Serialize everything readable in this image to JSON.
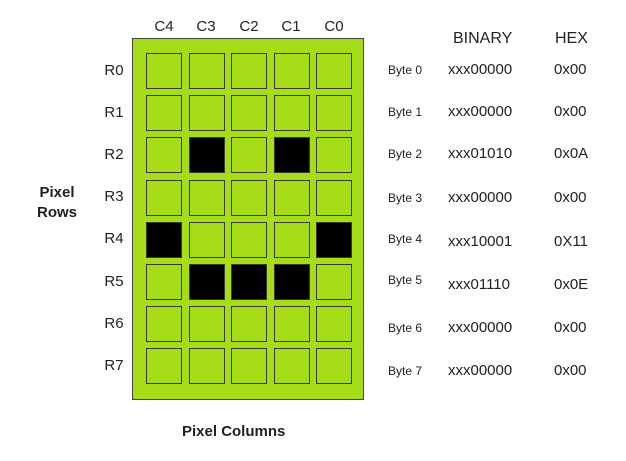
{
  "columns": [
    "C4",
    "C3",
    "C2",
    "C1",
    "C0"
  ],
  "rows": [
    "R0",
    "R1",
    "R2",
    "R3",
    "R4",
    "R5",
    "R6",
    "R7"
  ],
  "side_label": {
    "line1": "Pixel",
    "line2": "Rows"
  },
  "bottom_label": "Pixel Columns",
  "headers": {
    "binary": "BINARY",
    "hex": "HEX"
  },
  "bytes": [
    {
      "label": "Byte 0",
      "binary": "xxx00000",
      "hex": "0x00"
    },
    {
      "label": "Byte 1",
      "binary": "xxx00000",
      "hex": "0x00"
    },
    {
      "label": "Byte 2",
      "binary": "xxx01010",
      "hex": "0x0A"
    },
    {
      "label": "Byte 3",
      "binary": "xxx00000",
      "hex": "0x00"
    },
    {
      "label": "Byte 4",
      "binary": "xxx10001",
      "hex": "0X11"
    },
    {
      "label": "Byte 5",
      "binary": "xxx01110",
      "hex": "0x0E"
    },
    {
      "label": "Byte 6",
      "binary": "xxx00000",
      "hex": "0x00"
    },
    {
      "label": "Byte 7",
      "binary": "xxx00000",
      "hex": "0x00"
    }
  ],
  "pixels": [
    [
      0,
      0,
      0,
      0,
      0
    ],
    [
      0,
      0,
      0,
      0,
      0
    ],
    [
      0,
      1,
      0,
      1,
      0
    ],
    [
      0,
      0,
      0,
      0,
      0
    ],
    [
      1,
      0,
      0,
      0,
      1
    ],
    [
      0,
      1,
      1,
      1,
      0
    ],
    [
      0,
      0,
      0,
      0,
      0
    ],
    [
      0,
      0,
      0,
      0,
      0
    ]
  ],
  "colors": {
    "board": "#a6dc18",
    "pixel_on": "#000000",
    "pixel_off": "#a6dc18"
  }
}
